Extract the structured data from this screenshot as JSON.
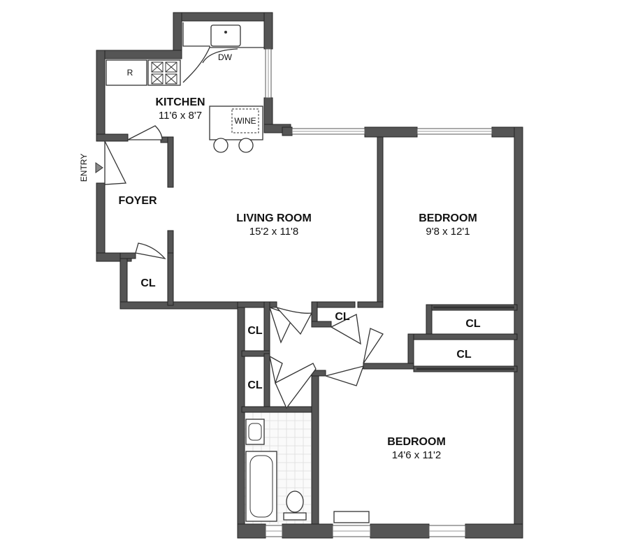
{
  "rooms": {
    "kitchen": {
      "name": "KITCHEN",
      "dims": "11'6 x 8'7"
    },
    "foyer": {
      "name": "FOYER"
    },
    "living_room": {
      "name": "LIVING ROOM",
      "dims": "15'2 x 11'8"
    },
    "bedroom_1": {
      "name": "BEDROOM",
      "dims": "9'8 x 12'1"
    },
    "bedroom_2": {
      "name": "BEDROOM",
      "dims": "14'6 x 11'2"
    }
  },
  "closets": [
    "CL",
    "CL",
    "CL",
    "CL",
    "CL",
    "CL"
  ],
  "fixtures": {
    "refrigerator": "R",
    "dishwasher": "DW",
    "wine": "WINE"
  },
  "entry_label": "ENTRY",
  "colors": {
    "wall": "#555555",
    "line": "#333333",
    "background": "#ffffff"
  }
}
